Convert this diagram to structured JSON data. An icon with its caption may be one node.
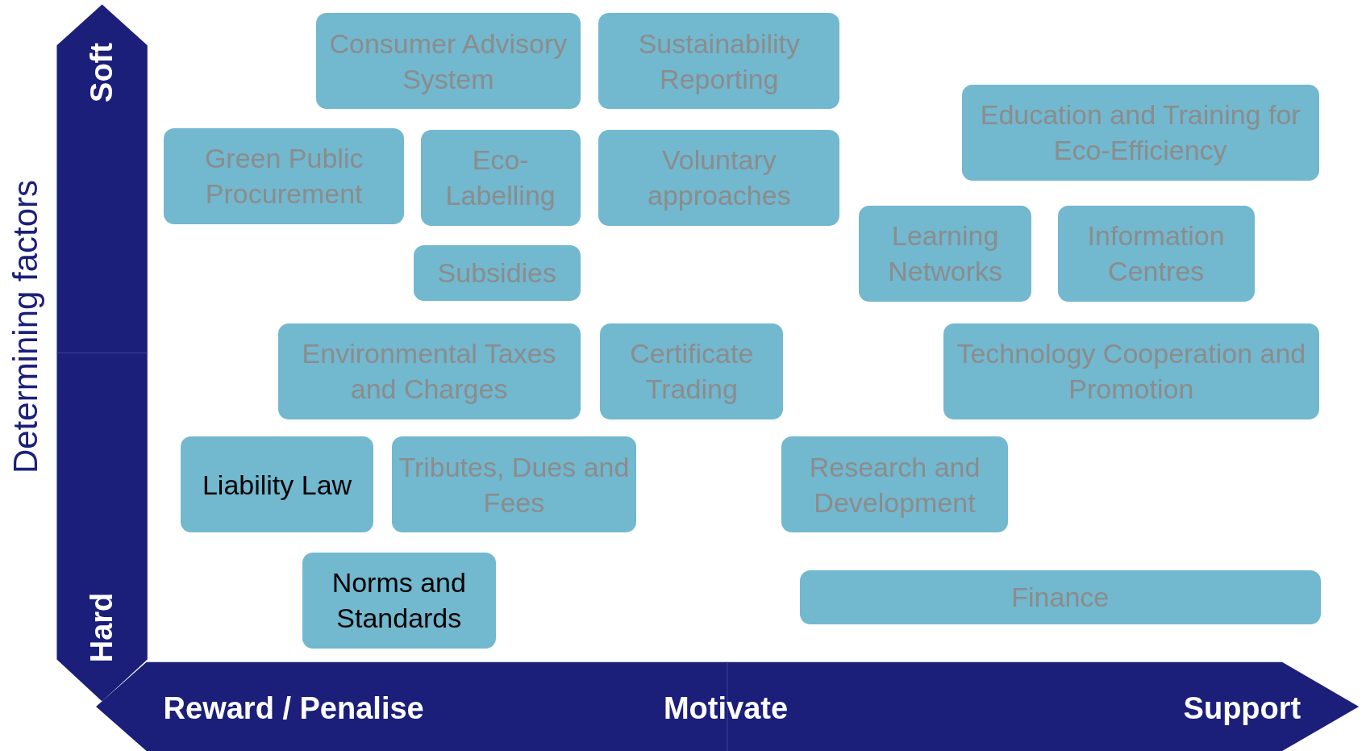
{
  "diagram": {
    "nodes": [
      {
        "text": [
          "Consumer Advisory System"
        ]
      },
      {
        "text": [
          "Sustainability Reporting"
        ]
      },
      {
        "text": [
          "Education and Training for Eco-Efficiency"
        ]
      },
      {
        "text": [
          "Green Public Procurement"
        ]
      },
      {
        "text": [
          "Eco- Labelling"
        ]
      },
      {
        "text": [
          "Voluntary approaches"
        ]
      },
      {
        "text": [
          "Learning Networks"
        ]
      },
      {
        "text": [
          "Information Centres"
        ]
      },
      {
        "text": [
          "Subsidies"
        ]
      },
      {
        "text": [
          "Environmental Taxes and Charges"
        ]
      },
      {
        "text": [
          "Certificate Trading"
        ]
      },
      {
        "text": [
          "Technology Cooperation and Promotion"
        ]
      },
      {
        "text": [
          "Liability Law"
        ]
      },
      {
        "text": [
          "Tributes, Dues and Fees"
        ]
      },
      {
        "text": [
          "Research and Development"
        ]
      },
      {
        "text": [
          "Norms and Standards"
        ]
      },
      {
        "text": [
          "Finance"
        ]
      }
    ],
    "edges": [],
    "labels": [
      "Soft",
      "Determining factors",
      "Hard",
      "Reward / Penalise",
      "Motivate",
      "Support"
    ]
  }
}
